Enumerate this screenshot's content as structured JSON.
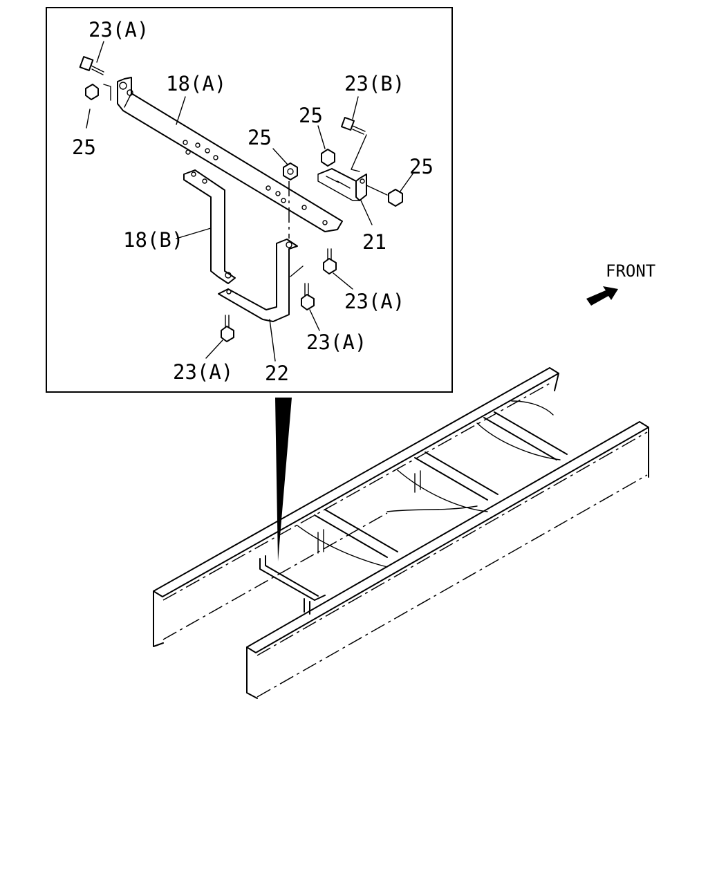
{
  "labels": {
    "bolt_23a_top": "23(A)",
    "bracket_18a": "18(A)",
    "nut_25_left": "25",
    "nut_25_mid": "25",
    "nut_25_upper": "25",
    "bolt_23b": "23(B)",
    "nut_25_right": "25",
    "bracket_21": "21",
    "bracket_18b": "18(B)",
    "bolt_23a_right": "23(A)",
    "bolt_23a_lower_right": "23(A)",
    "bolt_23a_bottom": "23(A)",
    "bracket_22": "22"
  },
  "front_indicator": {
    "label": "FRONT",
    "icon": "arrow-icon"
  }
}
